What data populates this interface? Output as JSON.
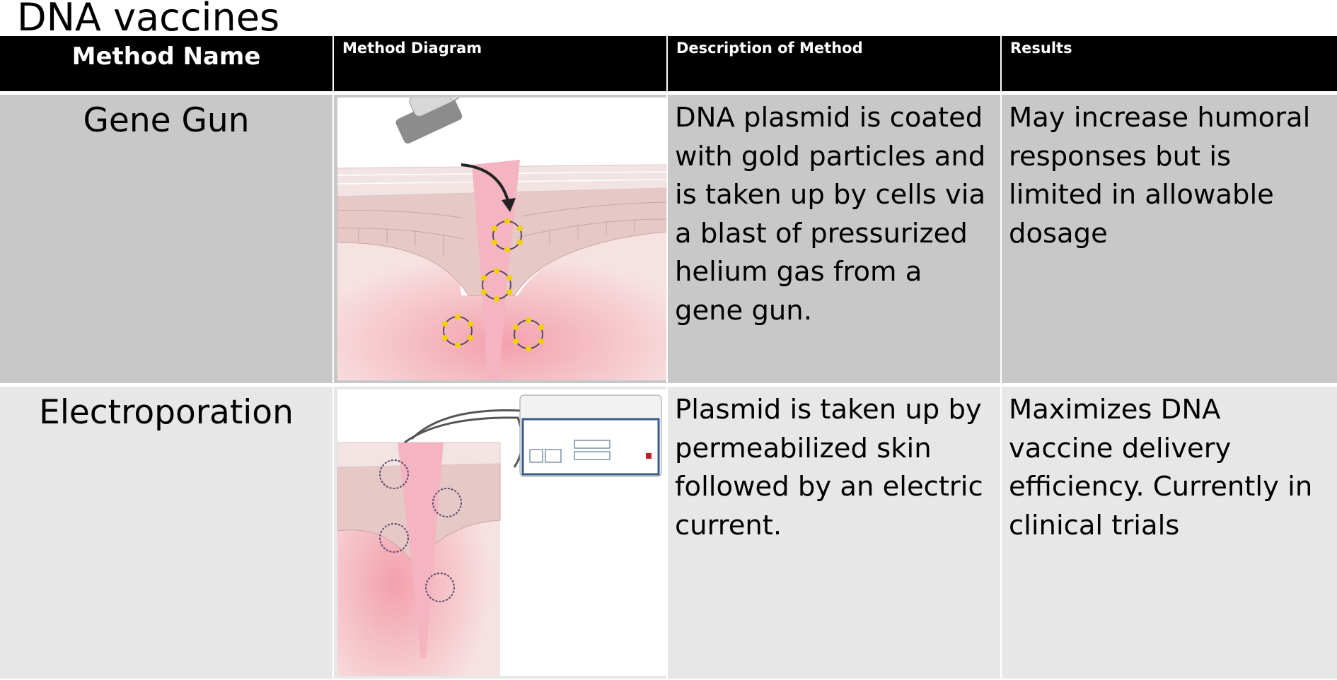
{
  "page_title": "DNA vaccines",
  "table": {
    "headers": {
      "name": "Method Name",
      "diagram": "Method Diagram",
      "description": "Description of Method",
      "results": "Results"
    },
    "rows": [
      {
        "name": "Gene Gun",
        "description": "DNA plasmid is coated with gold particles and is taken up by cells via a blast of pressurized helium gas from a gene gun.",
        "results": "May increase humoral responses but is limited in allowable dosage"
      },
      {
        "name": "Electroporation",
        "description": "Plasmid is taken up by permeabilized skin followed by an electric current.",
        "results": "Maximizes DNA vaccine delivery efficiency. Currently in clinical trials"
      }
    ]
  },
  "colors": {
    "header_bg": "#000000",
    "row1_bg": "#c8c8c8",
    "row2_bg": "#e7e7e7",
    "tissue_pink": "#f2b8c6",
    "gold_particle": "#f5d000"
  },
  "icons": {
    "gene_gun": "gene-gun-icon",
    "electroporation_device": "electroporator-device-icon",
    "plasmid": "plasmid-ring-icon"
  }
}
